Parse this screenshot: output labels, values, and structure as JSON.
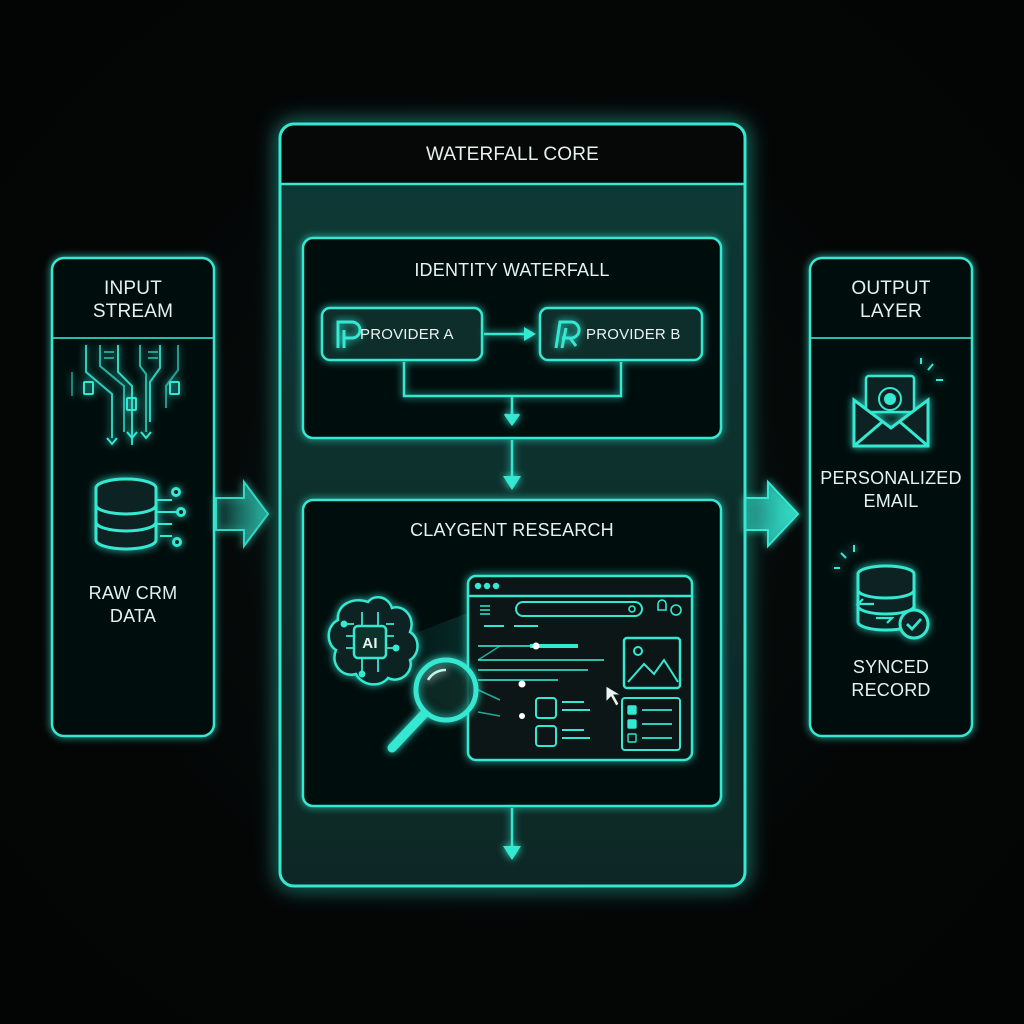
{
  "colors": {
    "accent": "#35e8d2",
    "accent_dim": "#1a8f86",
    "background": "#050707",
    "text": "#e6f2f0"
  },
  "input_panel": {
    "title": "INPUT\nSTREAM",
    "node_label": "RAW CRM\nDATA",
    "icons": [
      "data-stream-icon",
      "database-icon"
    ]
  },
  "core_panel": {
    "title": "WATERFALL CORE",
    "identity": {
      "title": "IDENTITY WATERFALL",
      "providers": [
        {
          "label": "PROVIDER A",
          "icon": "provider-logo-icon"
        },
        {
          "label": "PROVIDER B",
          "icon": "provider-logo-icon"
        }
      ]
    },
    "research": {
      "title": "CLAYGENT RESEARCH",
      "brain_label": "AI",
      "icons": [
        "ai-brain-icon",
        "magnifier-icon",
        "browser-window-icon"
      ]
    }
  },
  "output_panel": {
    "title": "OUTPUT\nLAYER",
    "items": [
      {
        "label": "PERSONALIZED\nEMAIL",
        "icon": "email-icon"
      },
      {
        "label": "SYNCED\nRECORD",
        "icon": "synced-database-icon"
      }
    ]
  }
}
